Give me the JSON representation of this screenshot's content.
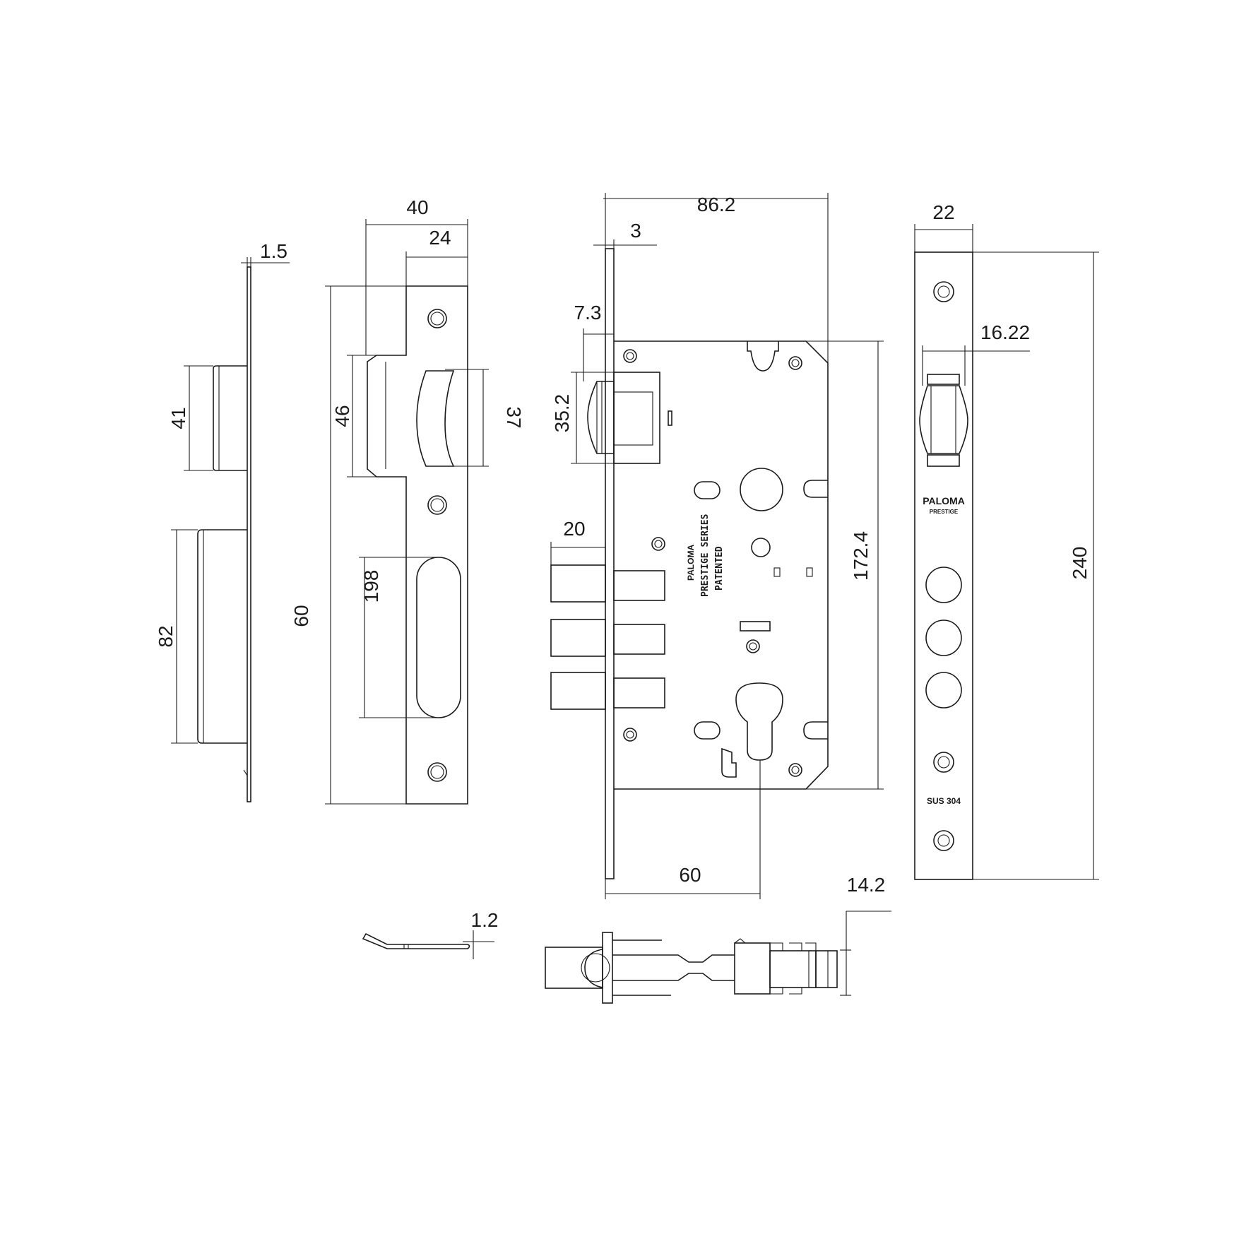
{
  "dimensions": {
    "strike_thickness": "1.5",
    "strike_upper_opening": "41",
    "strike_lower_opening": "82",
    "strike_plate_width": "40",
    "strike_plate_inner_width": "24",
    "strike_plate_latch_slot": "46",
    "strike_plate_latch_depth": "37",
    "strike_plate_height": "60",
    "strike_plate_bolt_slot": "198",
    "lock_body_width": "86.2",
    "faceplate_thickness": "3",
    "latch_projection": "7.3",
    "latch_height": "35.2",
    "bolt_throw": "20",
    "lock_case_height": "172.4",
    "backset": "60",
    "faceplate_width": "22",
    "faceplate_latch_width": "16.22",
    "faceplate_length": "240",
    "bottom_strike_thickness": "1.2",
    "case_depth": "14.2"
  },
  "engraving": {
    "body_line1": "PALOMA",
    "body_line2": "PRESTIGE SERIES",
    "body_line3": "PATENTED",
    "faceplate_brand": "PALOMA",
    "faceplate_sub": "PRESTIGE",
    "faceplate_material": "SUS 304"
  },
  "colors": {
    "line": "#1a1a1a",
    "background": "#ffffff"
  }
}
